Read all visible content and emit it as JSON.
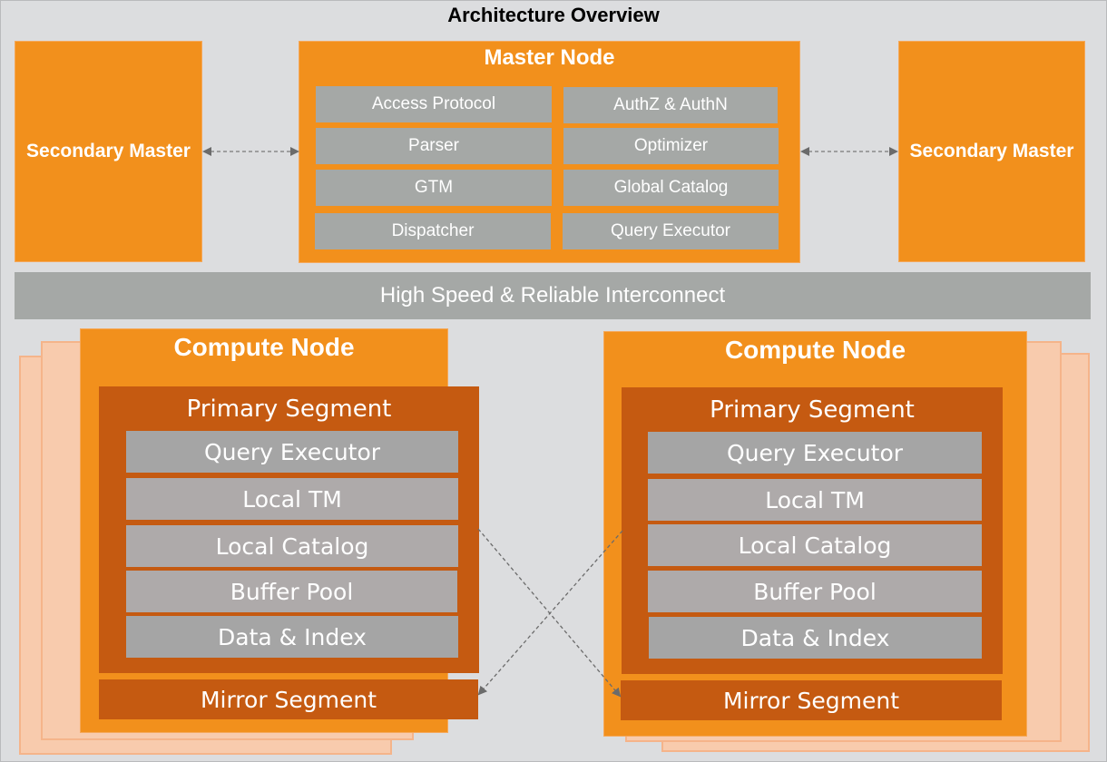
{
  "title": "Architecture Overview",
  "secondary_master_left": {
    "label": "Secondary Master"
  },
  "secondary_master_right": {
    "label": "Secondary Master"
  },
  "master_node": {
    "title": "Master Node",
    "components": [
      "Access Protocol",
      "AuthZ & AuthN",
      "Parser",
      "Optimizer",
      "GTM",
      "Global Catalog",
      "Dispatcher",
      "Query Executor"
    ]
  },
  "interconnect": {
    "label": "High Speed & Reliable Interconnect"
  },
  "compute_nodes": [
    {
      "title": "Compute Node",
      "primary_segment": {
        "title": "Primary Segment",
        "components": [
          "Query Executor",
          "Local TM",
          "Local Catalog",
          "Buffer Pool",
          "Data & Index"
        ]
      },
      "mirror_segment": {
        "title": "Mirror Segment"
      }
    },
    {
      "title": "Compute Node",
      "primary_segment": {
        "title": "Primary Segment",
        "components": [
          "Query Executor",
          "Local TM",
          "Local Catalog",
          "Buffer Pool",
          "Data & Index"
        ]
      },
      "mirror_segment": {
        "title": "Mirror Segment"
      }
    }
  ],
  "colors": {
    "background": "#dcdddf",
    "orange": "#f2901c",
    "dark_orange": "#c55a11",
    "light_peach": "#f8cbad",
    "gray_box": "#a5a8a6",
    "connector": "#6b6b6b"
  }
}
